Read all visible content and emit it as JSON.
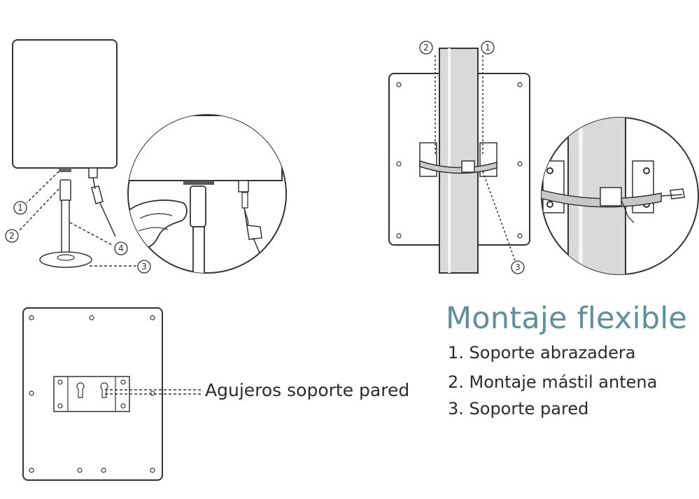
{
  "heading": "Montaje flexible",
  "features": [
    "1. Soporte abrazadera",
    "2. Montaje mástil antena",
    "3. Soporte pared"
  ],
  "wall_holes_label": "Agujeros soporte pared",
  "callouts": {
    "stand": [
      "1",
      "2",
      "3",
      "4"
    ],
    "mast": [
      "1",
      "2",
      "3"
    ]
  },
  "colors": {
    "heading": "#5f8e9c",
    "text": "#2b2b2b",
    "line": "#333333",
    "mast_fill": "#d9d9d9"
  }
}
